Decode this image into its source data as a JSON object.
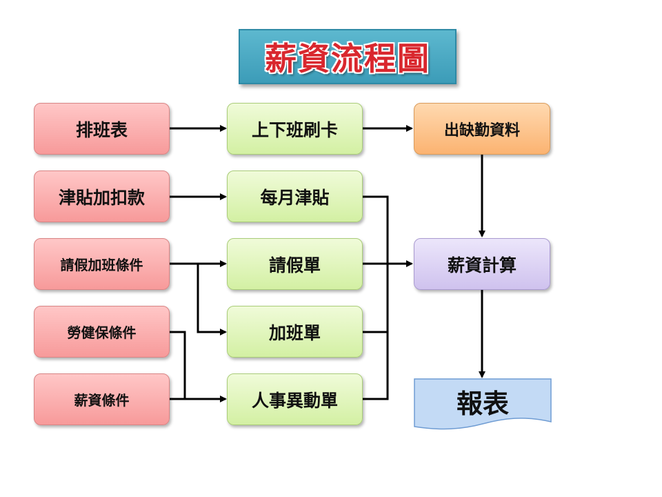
{
  "title": "薪資流程圖",
  "nodes": {
    "schedule": "排班表",
    "allowance_deduction": "津貼加扣款",
    "leave_ot_terms": "請假加班條件",
    "insurance_terms": "勞健保條件",
    "salary_terms": "薪資條件",
    "clock_in": "上下班刷卡",
    "monthly_allowance": "每月津貼",
    "leave_form": "請假單",
    "overtime_form": "加班單",
    "personnel_change_form": "人事異動單",
    "attendance_data": "出缺勤資料",
    "salary_calc": "薪資計算",
    "report": "報表"
  },
  "colors": {
    "input": "#f79a9a",
    "form": "#d3f0a3",
    "attendance": "#fbb371",
    "calc": "#cfc2ee",
    "report": "#c3daf5",
    "title_bg": "#3c9cb8",
    "title_text": "#d9272e"
  }
}
